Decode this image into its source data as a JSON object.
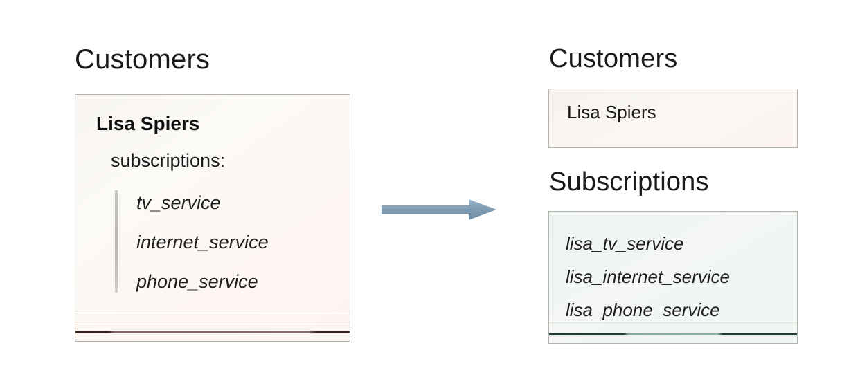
{
  "diagram": {
    "title_left": "Customers",
    "left_panel": {
      "heading": "Customers",
      "customer_name": "Lisa Spiers",
      "subscriptions_label": "subscriptions:",
      "services": [
        "tv_service",
        "internet_service",
        "phone_service"
      ]
    },
    "arrow": {
      "icon": "right-arrow-icon",
      "color": "#7c9cb3",
      "direction": "right"
    },
    "right_panel": {
      "customers": {
        "heading": "Customers",
        "rows": [
          "Lisa Spiers"
        ]
      },
      "subscriptions": {
        "heading": "Subscriptions",
        "rows": [
          "lisa_tv_service",
          "lisa_internet_service",
          "lisa_phone_service"
        ]
      }
    },
    "colors": {
      "page_background": "#ffffff",
      "left_card_fill": "#faf6f2",
      "right_customers_fill": "#f9f5f1",
      "right_subscriptions_fill": "#f1f6f2",
      "card_border": "#b6b3ae",
      "arrow": "#7c9cb3",
      "text": "#1a1a1a"
    }
  }
}
